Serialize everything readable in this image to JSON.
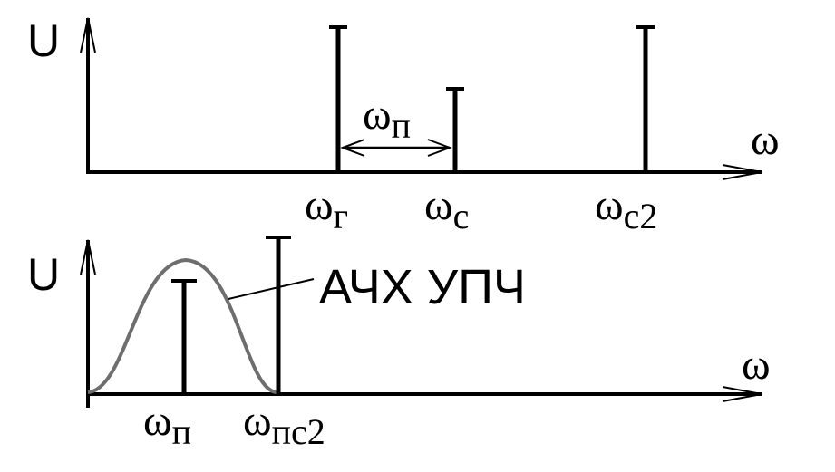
{
  "top_plot": {
    "y_axis_label": "U",
    "x_axis_label": "ω",
    "arrow_label": {
      "base": "ω",
      "sub": "п"
    },
    "tick_labels": [
      {
        "base": "ω",
        "sub": "г"
      },
      {
        "base": "ω",
        "sub": "c"
      },
      {
        "base": "ω",
        "sub": "c2"
      }
    ]
  },
  "bottom_plot": {
    "y_axis_label": "U",
    "x_axis_label": "ω",
    "curve_label": "АЧХ УПЧ",
    "tick_labels": [
      {
        "base": "ω",
        "sub": "п"
      },
      {
        "base": "ω",
        "sub": "пc2"
      }
    ]
  },
  "colors": {
    "ink": "#000000",
    "curve": "#6e6e6e",
    "background": "#ffffff"
  }
}
